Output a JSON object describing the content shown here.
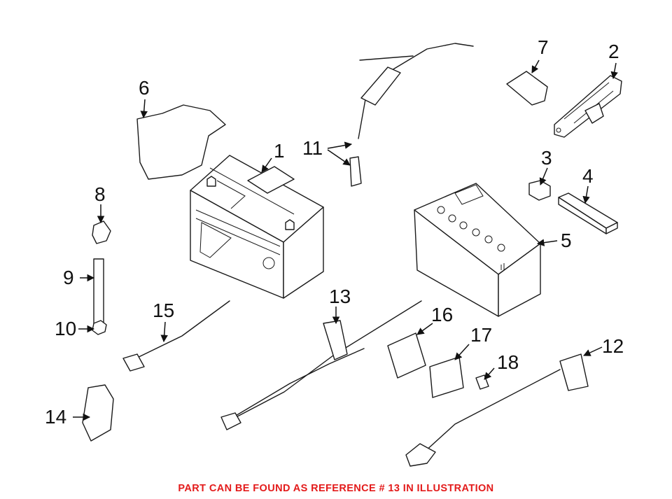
{
  "callouts": {
    "c1": "1",
    "c2": "2",
    "c3": "3",
    "c4": "4",
    "c5": "5",
    "c6": "6",
    "c7": "7",
    "c8": "8",
    "c9": "9",
    "c10": "10",
    "c11": "11",
    "c12": "12",
    "c13": "13",
    "c14": "14",
    "c15": "15",
    "c16": "16",
    "c17": "17",
    "c18": "18"
  },
  "footer": {
    "note": "PART CAN BE FOUND AS REFERENCE # 13 IN ILLUSTRATION",
    "color": "#e31b1b"
  },
  "icons": [
    "battery-icon",
    "battery-cable-icon",
    "bracket-icon",
    "vent-hose-icon",
    "cable-icon"
  ]
}
